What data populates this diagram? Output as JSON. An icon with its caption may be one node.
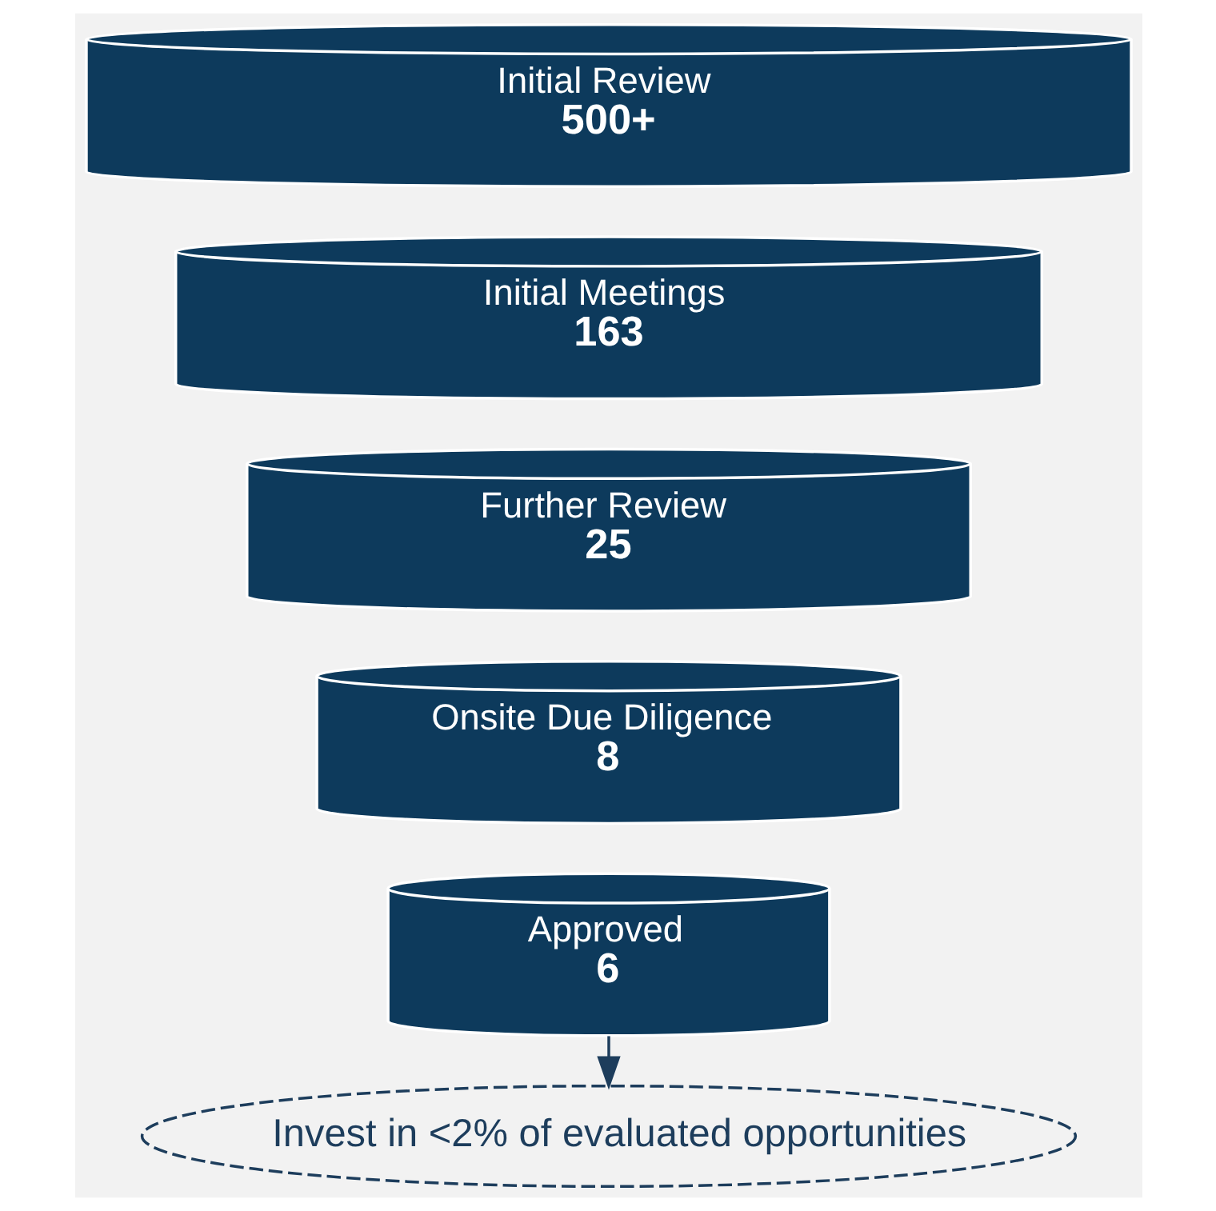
{
  "diagram": {
    "nodes": [
      {
        "text": [
          "Initial Review",
          "500+"
        ]
      },
      {
        "text": [
          "Initial Meetings",
          "163"
        ]
      },
      {
        "text": [
          "Further Review",
          "25"
        ]
      },
      {
        "text": [
          "Onsite Due Diligence",
          "8"
        ]
      },
      {
        "text": [
          "Approved",
          "6"
        ]
      },
      {
        "text": [
          "Invest in <2% of evaluated opportunities"
        ]
      }
    ],
    "edges": [
      {
        "from": 4,
        "to": 5,
        "arrow": "to"
      }
    ]
  }
}
